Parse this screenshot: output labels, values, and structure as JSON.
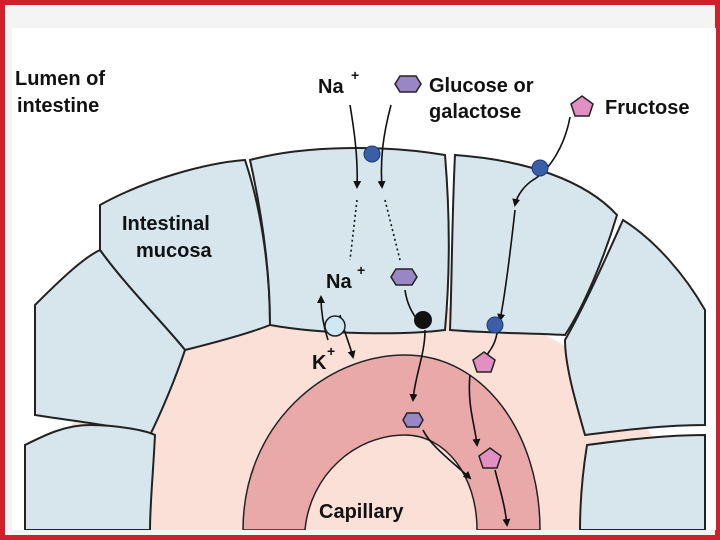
{
  "labels": {
    "lumen_line1": "Lumen of",
    "lumen_line2": "intestine",
    "na_top": "Na",
    "na_top_sup": "+",
    "glucose_line1": "Glucose or",
    "glucose_line2": "galactose",
    "fructose": "Fructose",
    "mucosa_line1": "Intestinal",
    "mucosa_line2": "mucosa",
    "na_mid": "Na",
    "na_mid_sup": "+",
    "k": "K",
    "k_sup": "+",
    "capillary": "Capillary"
  },
  "colors": {
    "frame_red": "#d0202c",
    "cell_fill": "#d6e6ec",
    "interstitial_fill": "#fbe0d8",
    "capillary_fill": "#eaa9a9",
    "glucose_fill": "#9a86c4",
    "fructose_fill": "#e28fc4",
    "transporter_blue": "#3a5fa8",
    "pump_fill": "#cfe8f5"
  }
}
